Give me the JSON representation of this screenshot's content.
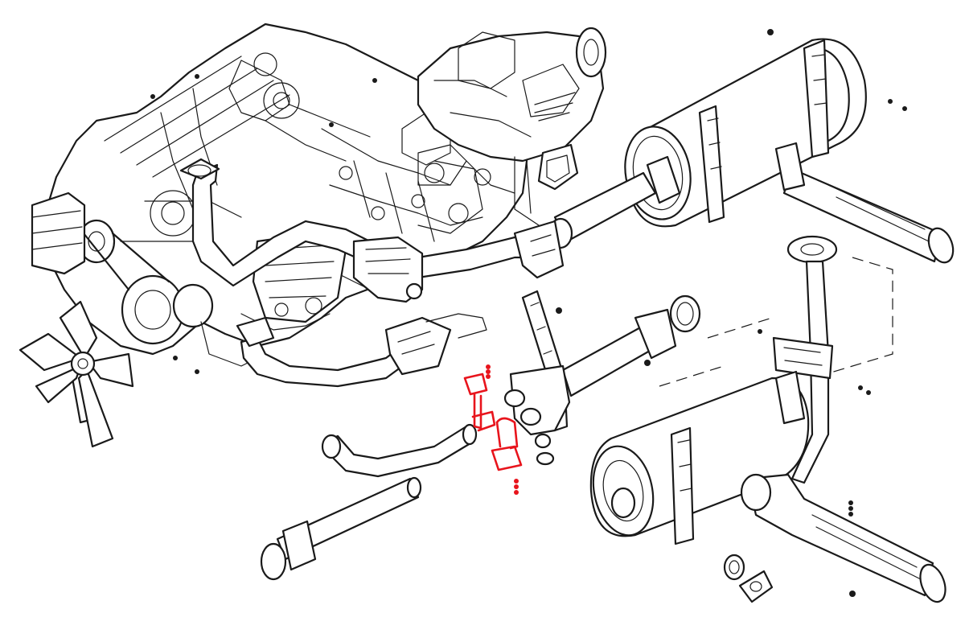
{
  "diagram": {
    "style": "black line-art exploded view",
    "background_color": "#ffffff",
    "line_color": "#1a1a1a",
    "highlight_color": "#e8141c",
    "parts": [
      {
        "name": "engine-block",
        "highlighted": false
      },
      {
        "name": "gearbox",
        "highlighted": false
      },
      {
        "name": "cooling-fan",
        "highlighted": false
      },
      {
        "name": "exhaust-manifold-pipe",
        "highlighted": false
      },
      {
        "name": "upper-muffler",
        "highlighted": false
      },
      {
        "name": "upper-tailpipe",
        "highlighted": false
      },
      {
        "name": "lower-muffler",
        "highlighted": false
      },
      {
        "name": "lower-tailpipe",
        "highlighted": false
      },
      {
        "name": "vertical-stack-pipe",
        "highlighted": false
      },
      {
        "name": "intermediate-pipe",
        "highlighted": false
      },
      {
        "name": "front-bent-pipe",
        "highlighted": false
      },
      {
        "name": "front-straight-pipe",
        "highlighted": false
      },
      {
        "name": "mounting-bracket",
        "highlighted": false
      },
      {
        "name": "gaskets",
        "highlighted": false
      },
      {
        "name": "u-bolt-clamps",
        "highlighted": true
      }
    ]
  }
}
